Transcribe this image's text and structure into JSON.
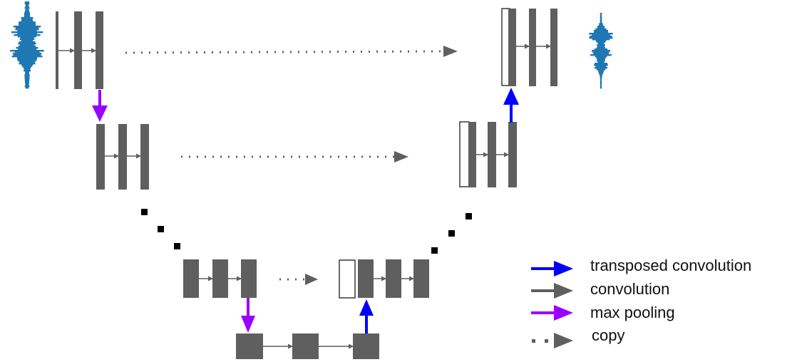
{
  "colors": {
    "block": "#5f5f5f",
    "waveform": "#1f77b4",
    "transposed": "#0000ff",
    "convolution": "#5f5f5f",
    "maxpool": "#9900ff",
    "copy": "#5f5f5f",
    "dots": "#000000"
  },
  "icons": [
    "waveform-icon"
  ],
  "legend": {
    "transposed": "transposed convolution",
    "convolution": "convolution",
    "maxpool": "max pooling",
    "copy": "copy"
  }
}
